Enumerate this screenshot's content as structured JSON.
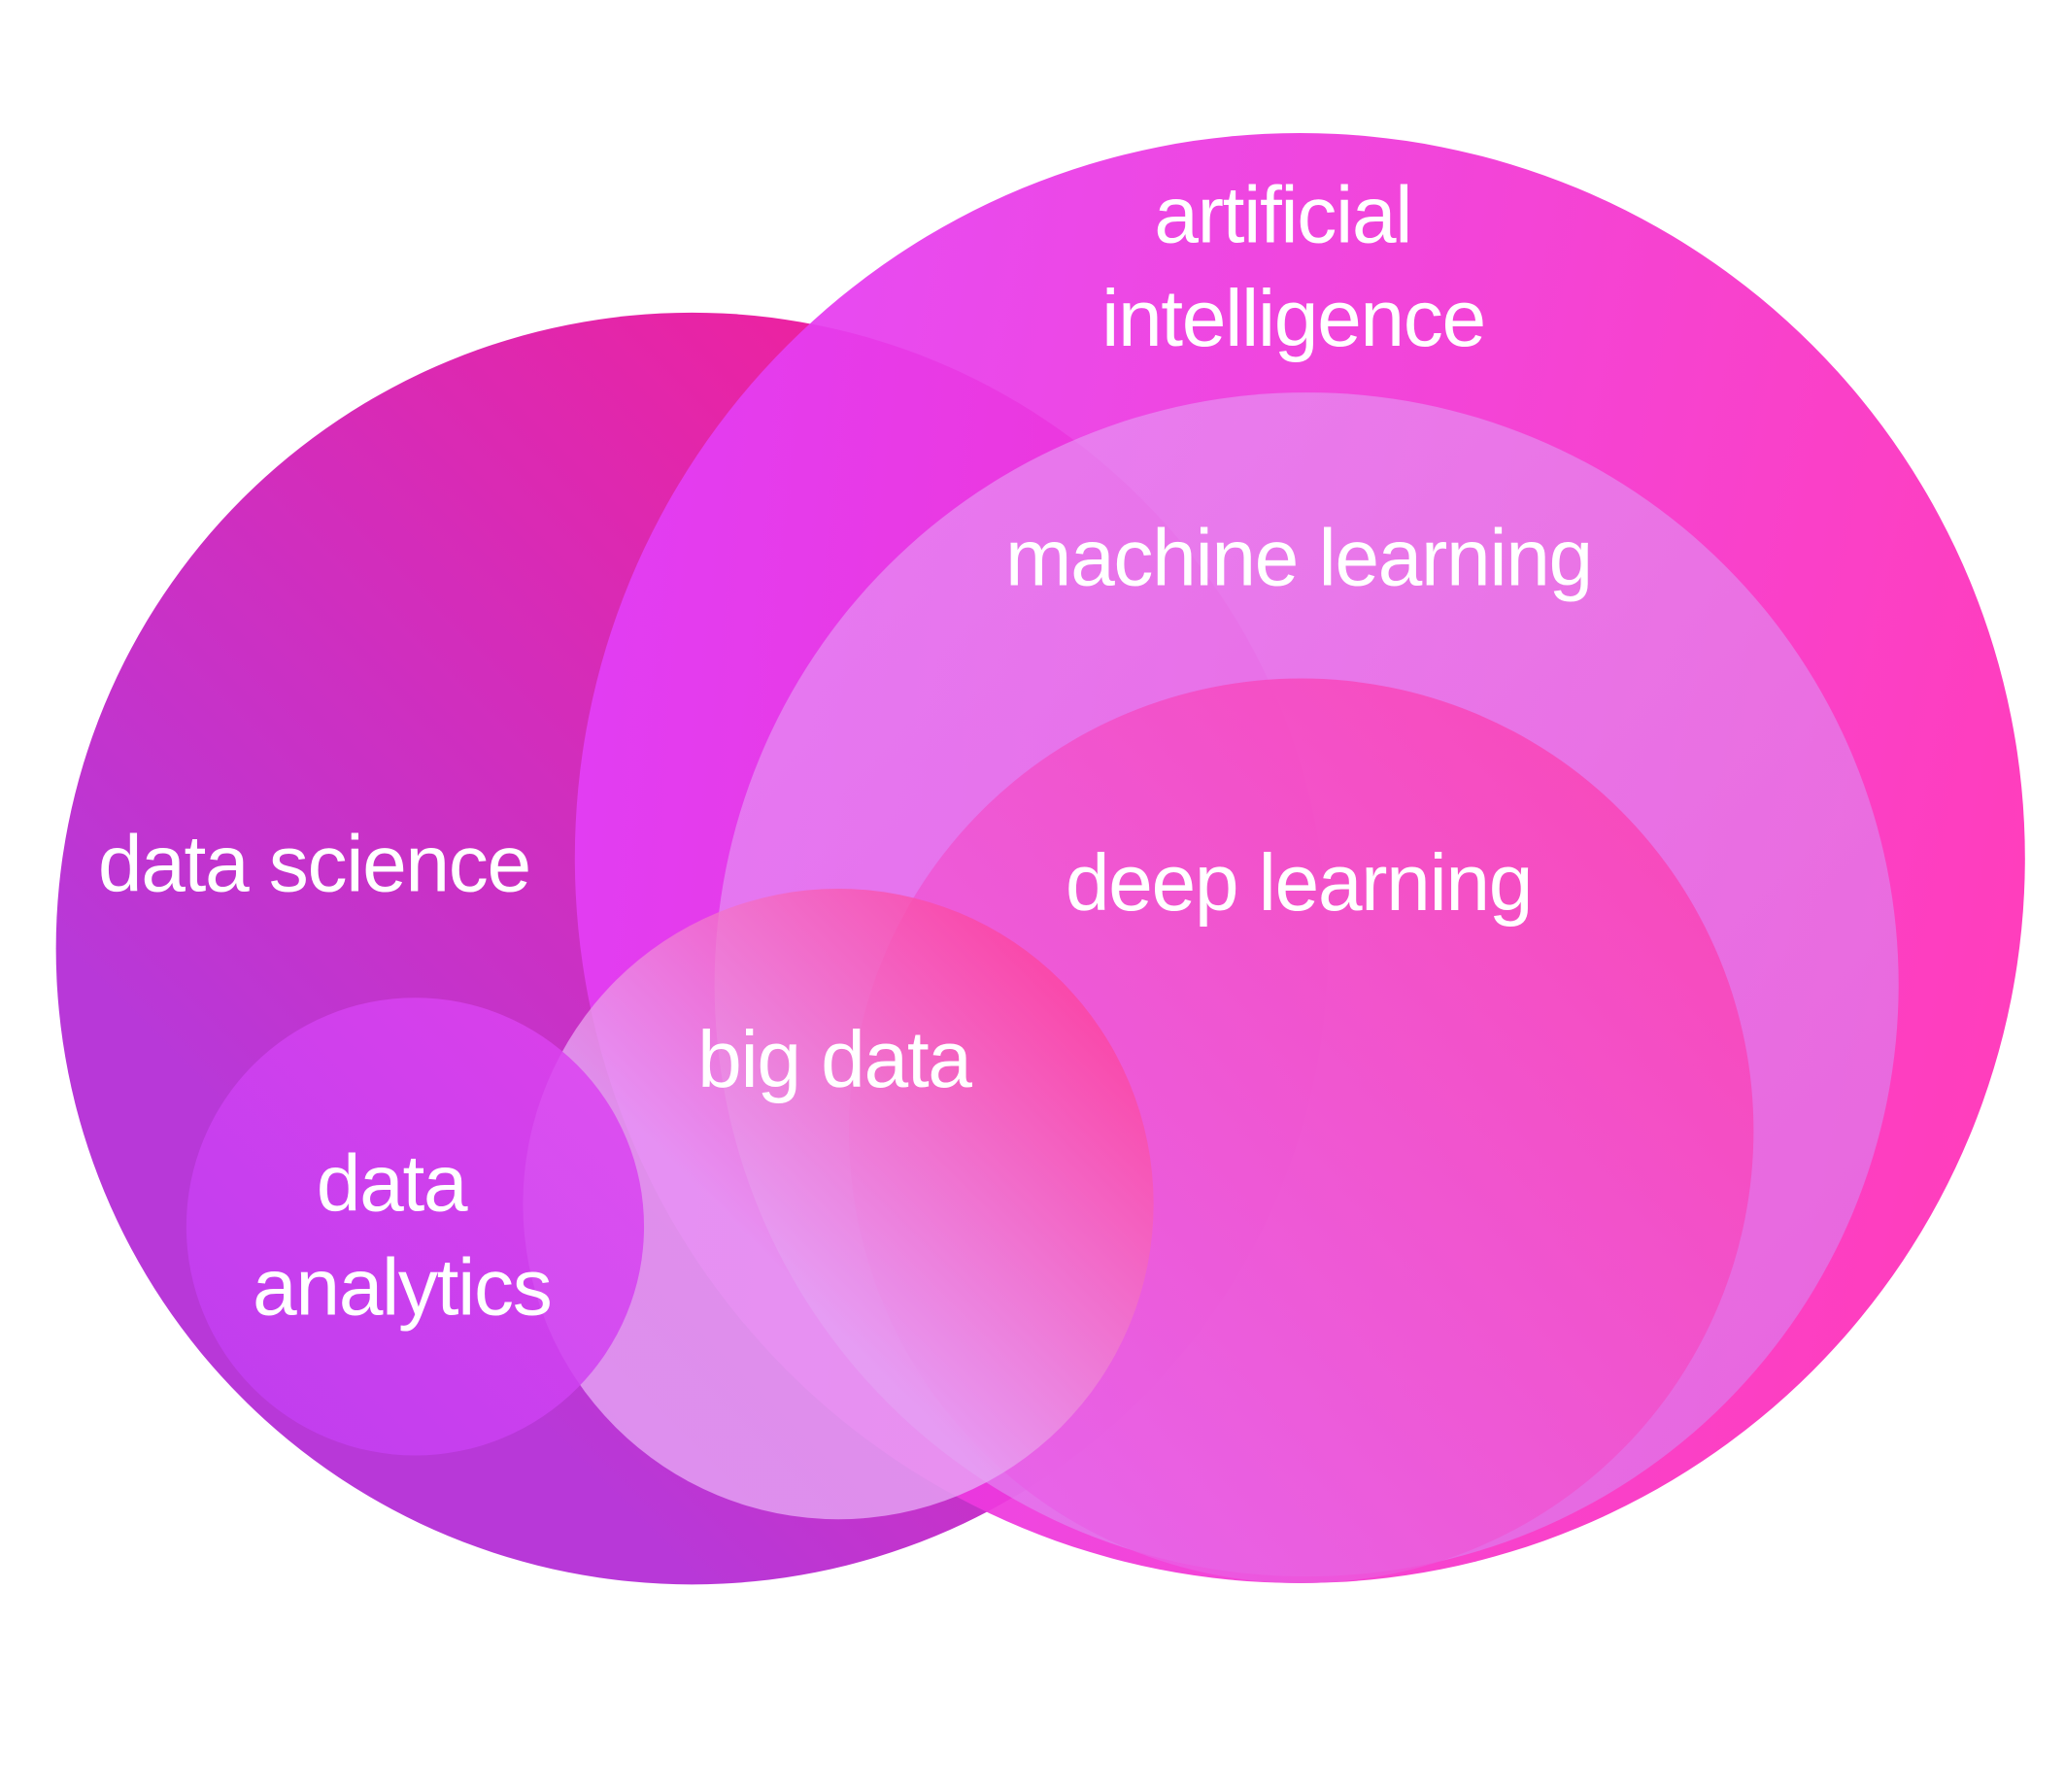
{
  "diagram": {
    "type": "venn",
    "sets": [
      {
        "id": "data_science",
        "label": "data science",
        "color_a": "#ff1a8c",
        "color_b": "#b838d8"
      },
      {
        "id": "artificial_intelligence",
        "label_lines": [
          "artificial",
          "intelligence"
        ],
        "color_a": "#e23ff8",
        "color_b": "#ff2fb8"
      },
      {
        "id": "machine_learning",
        "label": "machine learning",
        "color_a": "#e9a6f5",
        "color_b": "#d77ef2"
      },
      {
        "id": "deep_learning",
        "label": "deep learning",
        "color_a": "#ff3aa8",
        "color_b": "#e466f2"
      },
      {
        "id": "big_data",
        "label": "big data",
        "color_a": "#ff3a96",
        "color_b": "#e7a8f5"
      },
      {
        "id": "data_analytics",
        "label_lines": [
          "data",
          "analytics"
        ],
        "color_a": "#e043f0",
        "color_b": "#bf3ff3"
      }
    ]
  }
}
